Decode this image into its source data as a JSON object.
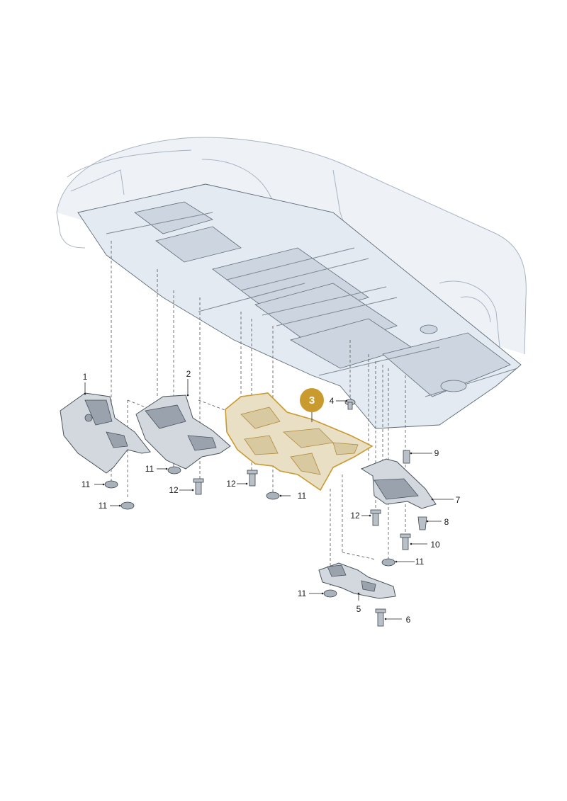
{
  "diagram": {
    "highlighted_callout": "3",
    "highlight_color": "#c99a2e",
    "callouts": {
      "c1": "1",
      "c2": "2",
      "c3": "3",
      "c4": "4",
      "c5": "5",
      "c6": "6",
      "c7": "7",
      "c8": "8",
      "c9": "9",
      "c10": "10",
      "c11a": "11",
      "c11b": "11",
      "c11c": "11",
      "c11d": "11",
      "c11e": "11",
      "c11f": "11",
      "c12a": "12",
      "c12b": "12",
      "c12c": "12"
    }
  }
}
